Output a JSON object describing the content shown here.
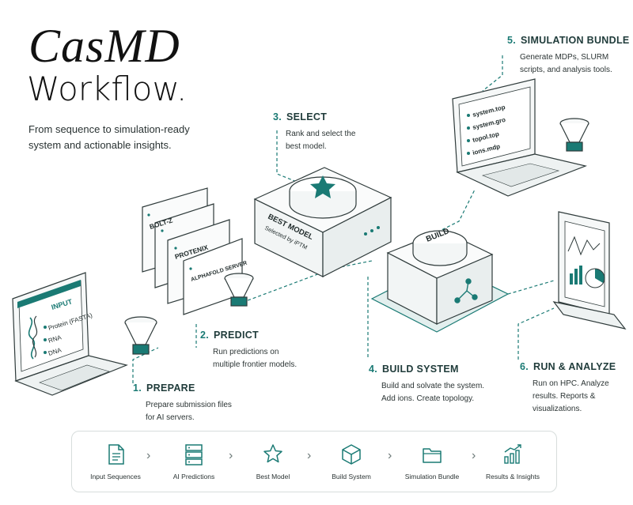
{
  "header": {
    "brand": "CasMD",
    "title": "Workflow.",
    "tagline": "From sequence to simulation-ready system and actionable insights."
  },
  "steps": [
    {
      "num": "1.",
      "title": "PREPARE",
      "desc": "Prepare submission files for AI servers."
    },
    {
      "num": "2.",
      "title": "PREDICT",
      "desc": "Run predictions on multiple frontier models."
    },
    {
      "num": "3.",
      "title": "SELECT",
      "desc": "Rank and select the best model."
    },
    {
      "num": "4.",
      "title": "BUILD SYSTEM",
      "desc": "Build and solvate the system. Add ions. Create topology."
    },
    {
      "num": "5.",
      "title": "SIMULATION BUNDLE",
      "desc": "Generate MDPs, SLURM scripts, and analysis tools."
    },
    {
      "num": "6.",
      "title": "RUN & ANALYZE",
      "desc": "Run on HPC. Analyze results. Reports & visualizations."
    }
  ],
  "input_laptop": {
    "title": "INPUT",
    "items": [
      "Protein (FASTA)",
      "RNA",
      "DNA"
    ]
  },
  "servers": [
    "BOLT-Z",
    "PROTENIX",
    "ALPHAFOLD SERVER"
  ],
  "best_model": {
    "label": "BEST MODEL",
    "sub": "Selected by iPTM"
  },
  "build_button": "BUILD",
  "bundle_files": [
    "system.top",
    "system.gro",
    "topol.top",
    "ions.mdp"
  ],
  "bottom_bar": [
    {
      "label": "Input Sequences",
      "icon": "document-icon"
    },
    {
      "label": "AI Predictions",
      "icon": "server-stack-icon"
    },
    {
      "label": "Best Model",
      "icon": "star-icon"
    },
    {
      "label": "Build System",
      "icon": "cube-icon"
    },
    {
      "label": "Simulation Bundle",
      "icon": "folder-icon"
    },
    {
      "label": "Results & Insights",
      "icon": "bar-chart-icon"
    }
  ],
  "colors": {
    "accent": "#1a7a74",
    "ink": "#1f2a2a",
    "line": "#2f3b3b"
  }
}
